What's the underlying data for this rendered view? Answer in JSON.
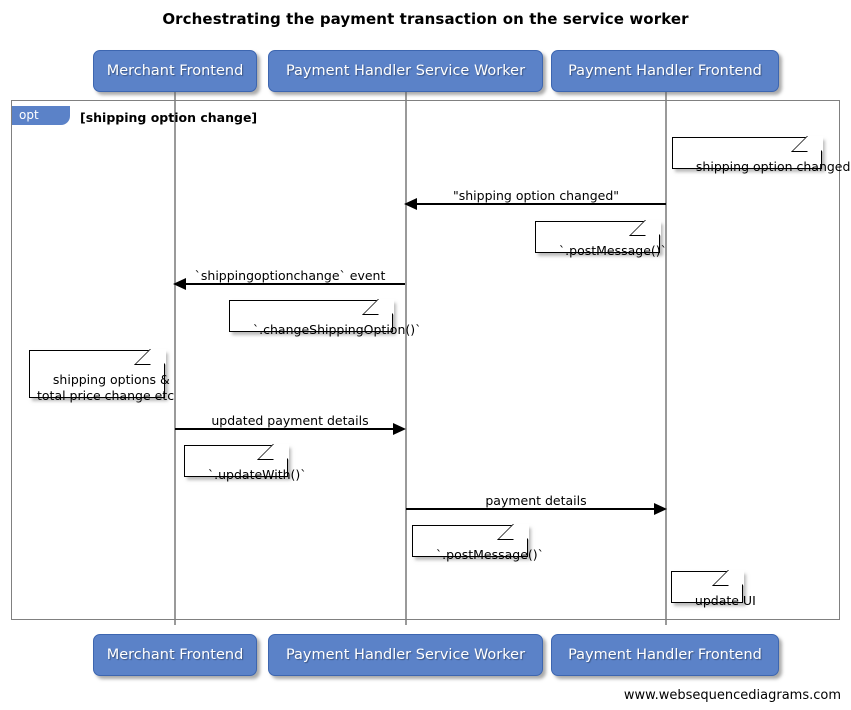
{
  "title": "Orchestrating the payment transaction on the service worker",
  "watermark": "www.websequencediagrams.com",
  "colors": {
    "actor_fill": "#5B82C8",
    "actor_text": "#FFFFFF",
    "frame_tag_fill": "#5B82C8",
    "line": "#000000",
    "lifeline": "#9A9A9A",
    "frame_border": "#808080",
    "note_fill": "#FFFFFF",
    "background": "#FFFFFF"
  },
  "actors": [
    {
      "id": "merchant-frontend",
      "label": "Merchant Frontend"
    },
    {
      "id": "payment-handler-service-worker",
      "label": "Payment Handler Service Worker"
    },
    {
      "id": "payment-handler-frontend",
      "label": "Payment Handler Frontend"
    }
  ],
  "actors_bottom": [
    {
      "id": "merchant-frontend",
      "label": "Merchant Frontend"
    },
    {
      "id": "payment-handler-service-worker",
      "label": "Payment Handler Service Worker"
    },
    {
      "id": "payment-handler-frontend",
      "label": "Payment Handler Frontend"
    }
  ],
  "fragment": {
    "tag": "opt",
    "condition": "[shipping option change]"
  },
  "messages": [
    {
      "id": "shipping-option-changed",
      "label": "\"shipping option changed\"",
      "from": "payment-handler-frontend",
      "to": "payment-handler-service-worker",
      "direction": "left"
    },
    {
      "id": "shippingoptionchange-event",
      "label": "`shippingoptionchange` event",
      "from": "payment-handler-service-worker",
      "to": "merchant-frontend",
      "direction": "left"
    },
    {
      "id": "updated-payment-details",
      "label": "updated payment details",
      "from": "merchant-frontend",
      "to": "payment-handler-service-worker",
      "direction": "right"
    },
    {
      "id": "payment-details",
      "label": "payment details",
      "from": "payment-handler-service-worker",
      "to": "payment-handler-frontend",
      "direction": "right"
    }
  ],
  "notes": [
    {
      "id": "note-shipping-option-changed",
      "text": "shipping option changed"
    },
    {
      "id": "note-post-message-1",
      "text": "`.postMessage()`"
    },
    {
      "id": "note-change-shipping-option",
      "text": "`.changeShippingOption()`"
    },
    {
      "id": "note-shipping-options-total-price",
      "text": "shipping options &\ntotal price change etc"
    },
    {
      "id": "note-update-with",
      "text": "`.updateWith()`"
    },
    {
      "id": "note-post-message-2",
      "text": "`.postMessage()`"
    },
    {
      "id": "note-update-ui",
      "text": "update UI"
    }
  ]
}
